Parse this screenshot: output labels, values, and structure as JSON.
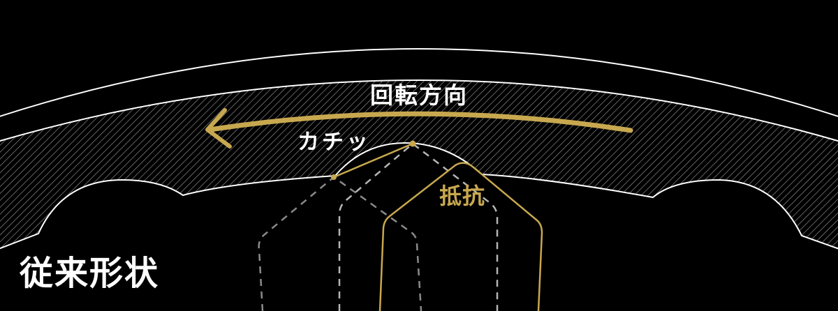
{
  "labels": {
    "rotation_direction": "回転方向",
    "click_sound": "カチッ",
    "resistance": "抵抗",
    "shape_name": "従来形状"
  },
  "colors": {
    "background": "#000000",
    "outline": "#ffffff",
    "hatch": "#8c8c8c",
    "accent": "#c8a84f",
    "dashed": "#8a8a8a",
    "dashed_light": "#b5b5b5"
  },
  "icons": {
    "direction_arrow": "arrow-left-curved"
  }
}
